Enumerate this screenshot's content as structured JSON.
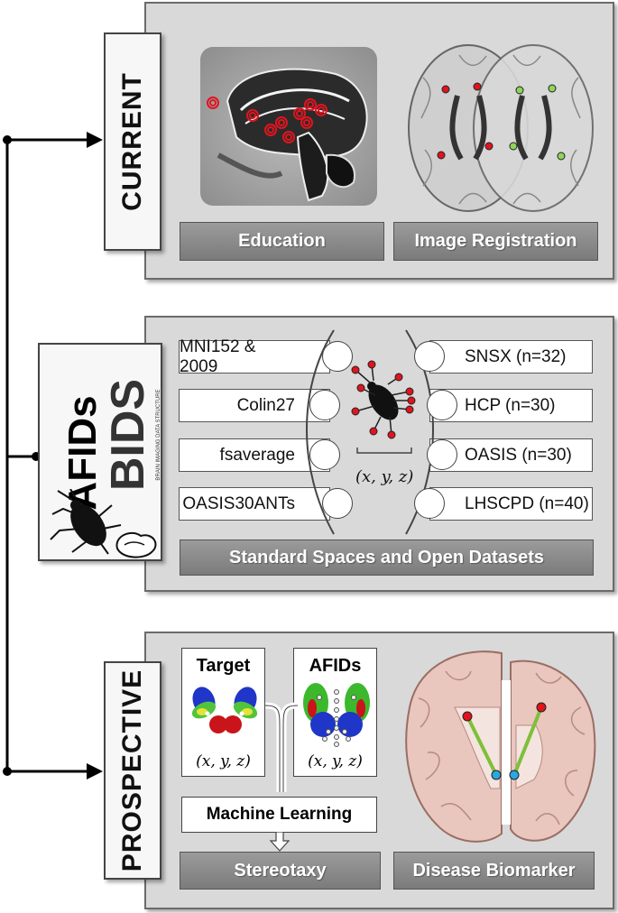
{
  "sections": {
    "current": "CURRENT",
    "afids_title": "AFIDs",
    "bids_title": "BIDS",
    "bids_subtitle": "BRAIN IMAGING DATA STRUCTURE",
    "prospective": "PROSPECTIVE"
  },
  "current_panel": {
    "bar_left": "Education",
    "bar_right": "Image Registration"
  },
  "datasets_panel": {
    "left": [
      "MNI152 & 2009",
      "Colin27",
      "fsaverage",
      "OASIS30ANTs"
    ],
    "right": [
      "SNSX (n=32)",
      "HCP (n=30)",
      "OASIS (n=30)",
      "LHSCPD (n=40)"
    ],
    "coords": "(x, y, z)",
    "bar": "Standard Spaces and Open Datasets"
  },
  "prospective_panel": {
    "card_left_title": "Target",
    "card_right_title": "AFIDs",
    "coords": "(x, y, z)",
    "ml_label": "Machine Learning",
    "bar_left": "Stereotaxy",
    "bar_right": "Disease Biomarker"
  },
  "colors": {
    "panel": "#d9d9d9",
    "bar": "#8a8a8a",
    "marker_red": "#e0141e",
    "marker_green": "#8fd45a",
    "marker_blue": "#2aa8e0"
  }
}
